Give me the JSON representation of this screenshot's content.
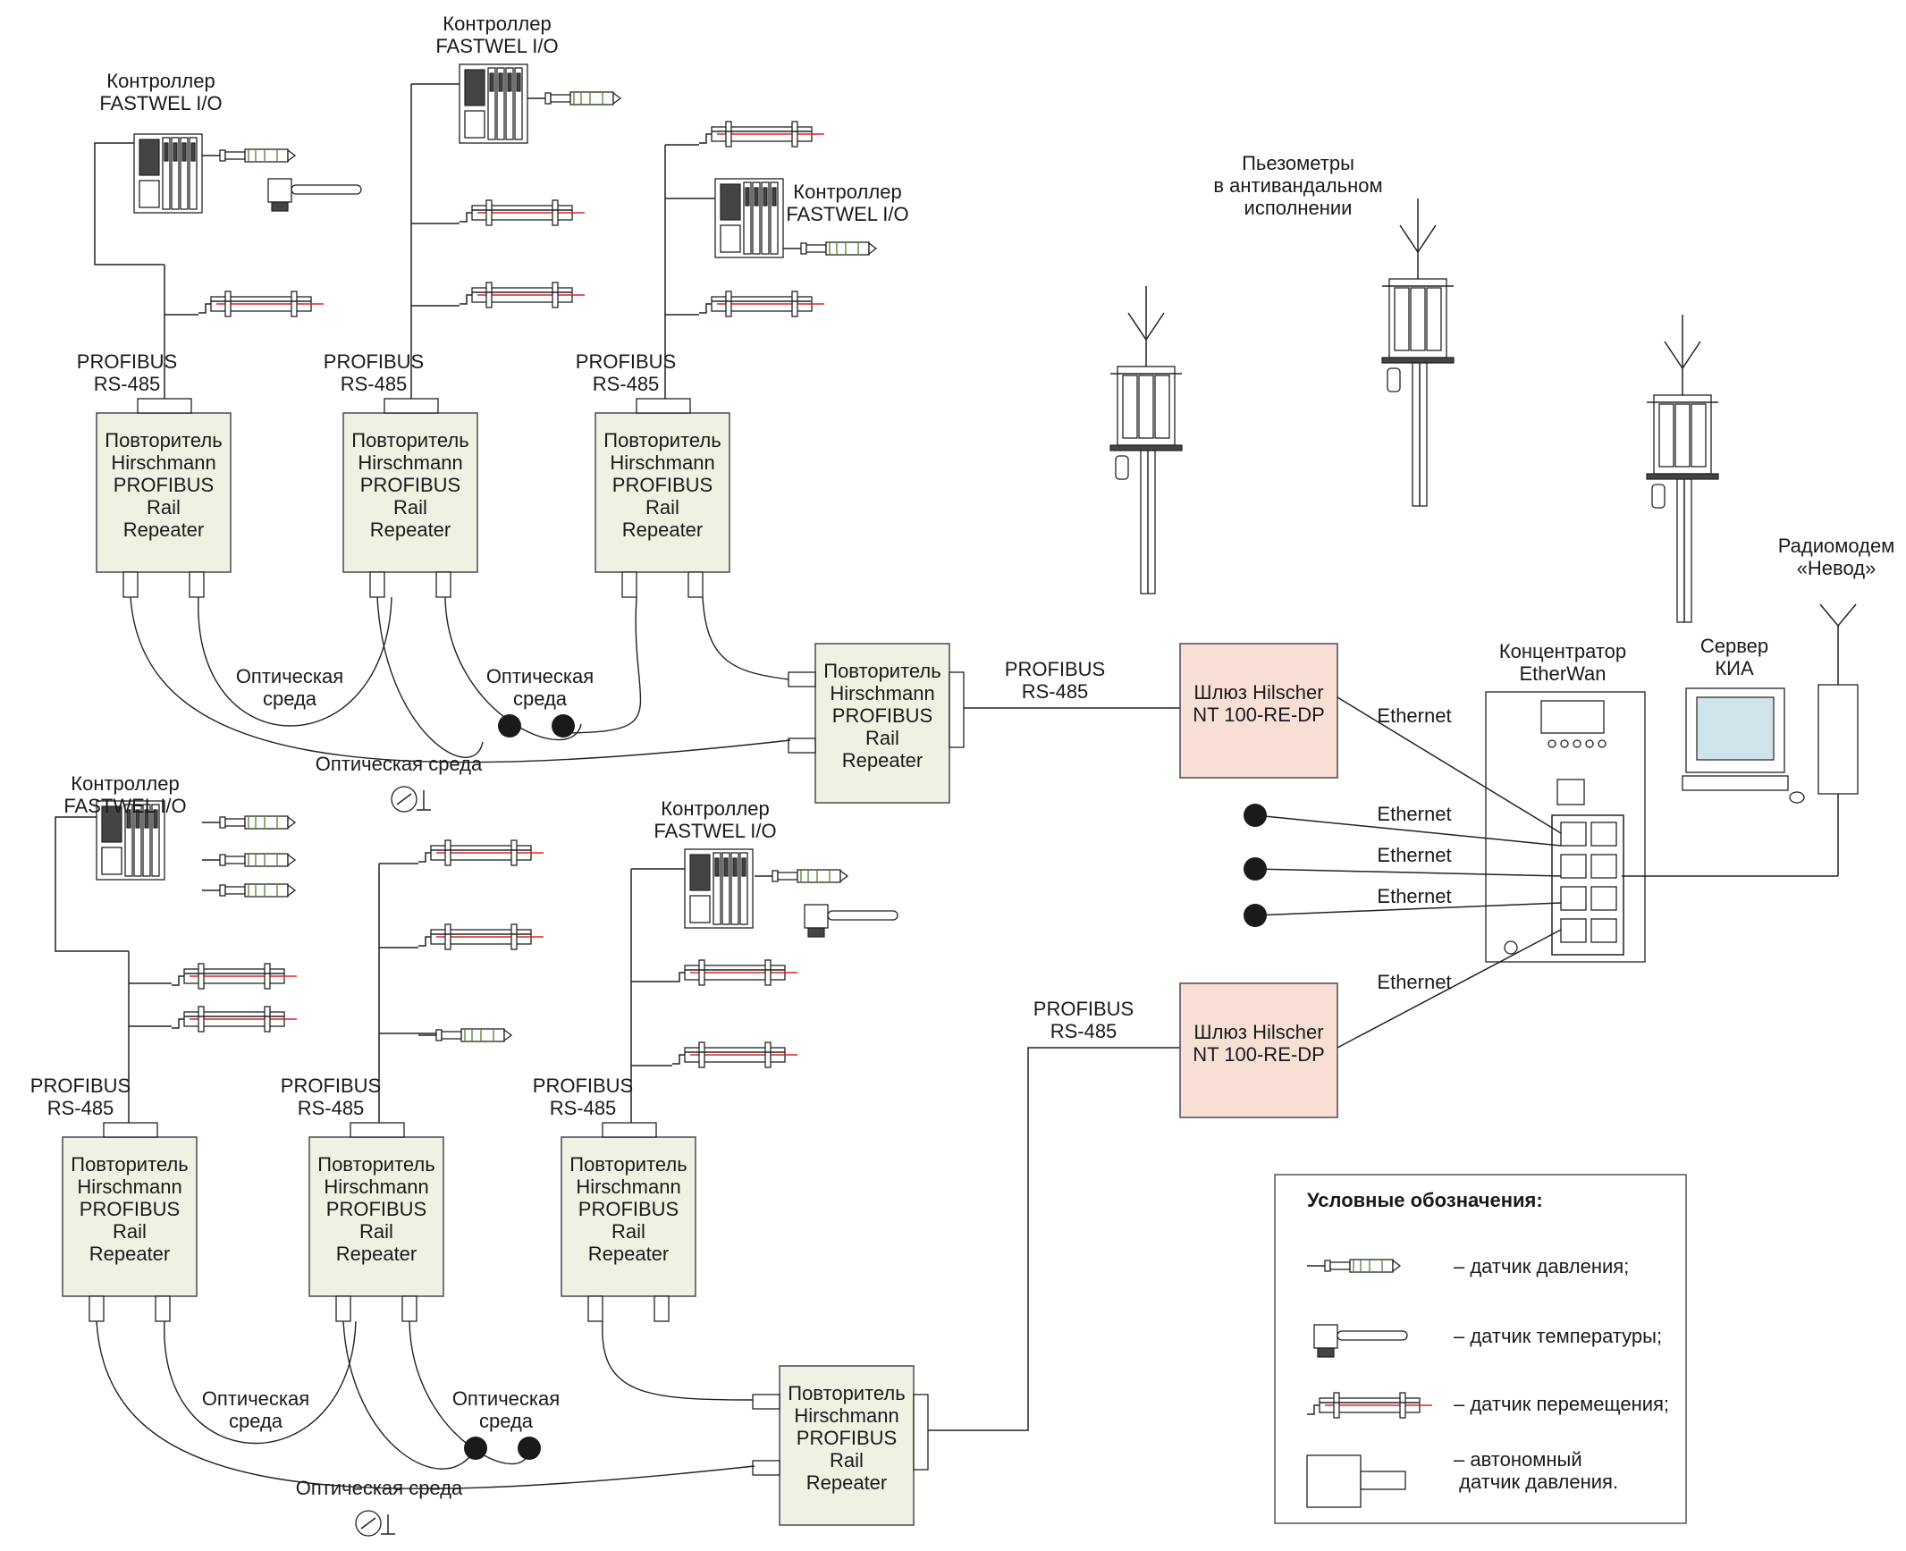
{
  "controller": "Контроллер\nFASTWEL I/O",
  "profibus": "PROFIBUS\nRS-485",
  "repeater": "Повторитель\nHirschmann\nPROFIBUS\nRail\nRepeater",
  "optic": "Оптическая\nсреда",
  "optic_one_line": "Оптическая среда",
  "gateway": "Шлюз Hilscher\nNT 100-RE-DP",
  "ethernet": "Ethernet",
  "piezometers": "Пьезометры\nв антивандальном\nисполнении",
  "hub": "Концентратор\nEtherWan",
  "server": "Сервер\nКИА",
  "radiomodem": "Радиомодем\n«Невод»",
  "legend": {
    "title": "Условные обозначения:",
    "items": [
      "– датчик давления;",
      "– датчик температуры;",
      "– датчик перемещения;",
      "– автономный\n  датчик давления."
    ]
  },
  "colors": {
    "repeater_fill": "#eef2e3",
    "gateway_fill": "#f7dfd6",
    "lines": "#222222"
  }
}
